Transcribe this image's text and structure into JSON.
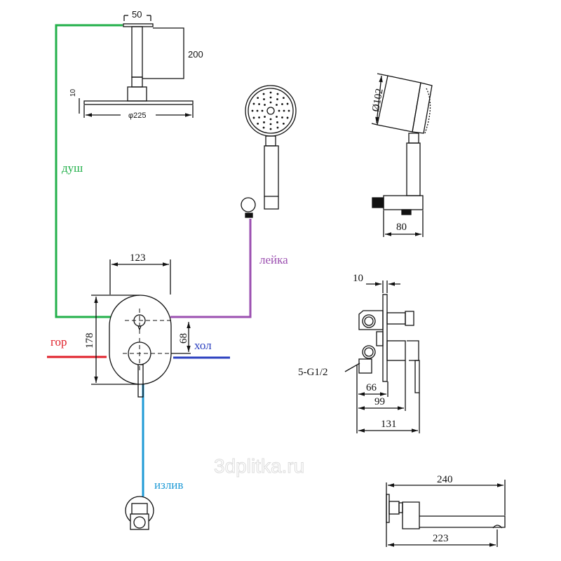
{
  "colors": {
    "shower": "#22b04a",
    "handshower": "#9b4fb0",
    "hot": "#e0202a",
    "cold": "#2a3fbf",
    "spout": "#1e9ad6",
    "line": "#111111",
    "watermark": "#dcdcdc"
  },
  "labels": {
    "shower": "душ",
    "handshower": "лейка",
    "hot": "гор",
    "cold": "хол",
    "spout": "излив"
  },
  "overhead_shower": {
    "flange_width": "50",
    "arm_length": "200",
    "head_thickness": "10",
    "head_diameter": "φ225"
  },
  "hand_shower": {
    "head_diameter": "Ø102",
    "bracket_depth": "80"
  },
  "mixer_front": {
    "width": "123",
    "height": "178",
    "axis_spacing": "68"
  },
  "mixer_side": {
    "plate_thickness": "10",
    "thread": "5-G1/2",
    "depth_1": "66",
    "depth_2": "99",
    "depth_3": "131"
  },
  "spout_side": {
    "total_length": "240",
    "outlet_length": "223"
  },
  "watermark": "3dplitka.ru"
}
